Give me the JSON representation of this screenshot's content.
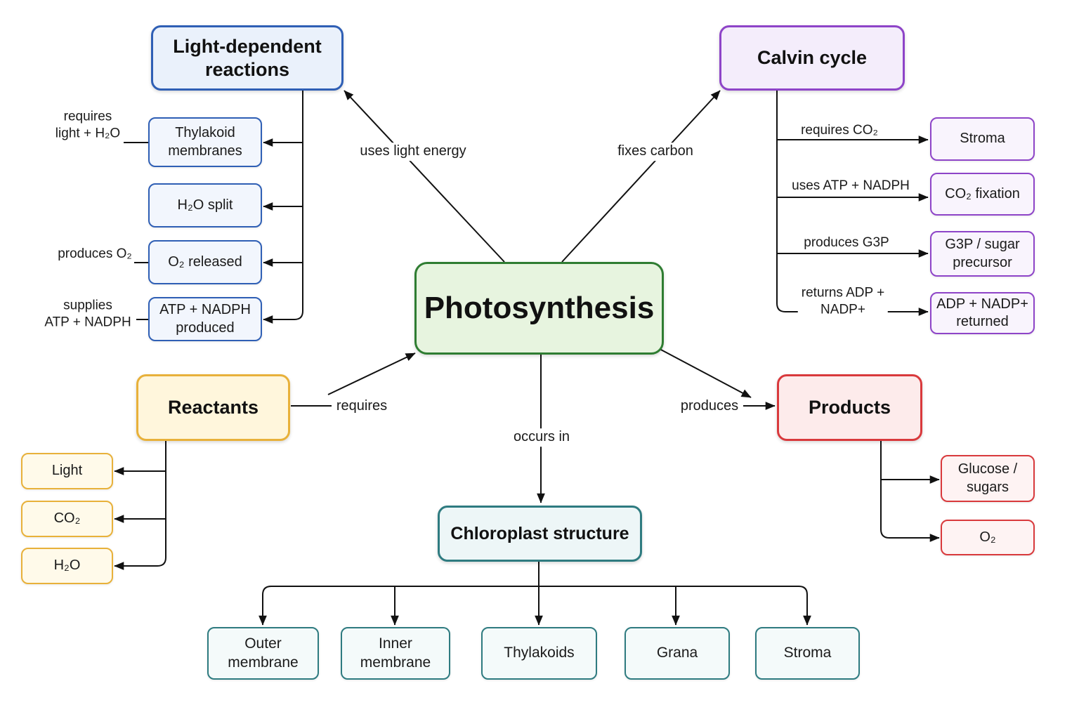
{
  "center": {
    "title": "Photosynthesis"
  },
  "light_dependent": {
    "title": "Light-dependent\nreactions",
    "link_label": "uses light energy",
    "items": [
      {
        "label": "Thylakoid\nmembranes",
        "note": "requires\nlight + H₂O"
      },
      {
        "label": "H₂O split"
      },
      {
        "label": "O₂ released",
        "note": "produces O₂"
      },
      {
        "label": "ATP + NADPH\nproduced",
        "note": "supplies\nATP + NADPH"
      }
    ]
  },
  "calvin_cycle": {
    "title": "Calvin cycle",
    "link_label": "fixes carbon",
    "items": [
      {
        "label": "Stroma",
        "edge_label": "requires CO₂"
      },
      {
        "label": "CO₂ fixation",
        "edge_label": "uses ATP + NADPH"
      },
      {
        "label": "G3P / sugar\nprecursor",
        "edge_label": "produces G3P"
      },
      {
        "label": "ADP + NADP+\nreturned",
        "edge_label": "returns ADP +\nNADP+"
      }
    ]
  },
  "reactants": {
    "title": "Reactants",
    "link_label": "requires",
    "items": [
      "Light",
      "CO₂",
      "H₂O"
    ]
  },
  "products": {
    "title": "Products",
    "link_label": "produces",
    "items": [
      "Glucose /\nsugars",
      "O₂"
    ]
  },
  "chloroplast": {
    "title": "Chloroplast structure",
    "link_label": "occurs in",
    "items": [
      "Outer\nmembrane",
      "Inner\nmembrane",
      "Thylakoids",
      "Grana",
      "Stroma"
    ]
  },
  "colors": {
    "photosynthesis_border": "#2f7d32",
    "photosynthesis_fill": "#e7f4df",
    "light_border": "#2f5fb5",
    "light_fill": "#eaf1fb",
    "light_sub_fill": "#f2f6fd",
    "calvin_border": "#8e44c8",
    "calvin_fill": "#f4edfb",
    "calvin_sub_fill": "#f9f4fd",
    "reactants_border": "#e8b13a",
    "reactants_fill": "#fff6dc",
    "reactants_sub_fill": "#fffaea",
    "products_border": "#d9393c",
    "products_fill": "#fdebeb",
    "products_sub_fill": "#fef3f3",
    "chloroplast_border": "#2e7b80",
    "chloroplast_fill": "#edf6f7",
    "chloroplast_sub_fill": "#f4fafa",
    "connector": "#111111"
  }
}
